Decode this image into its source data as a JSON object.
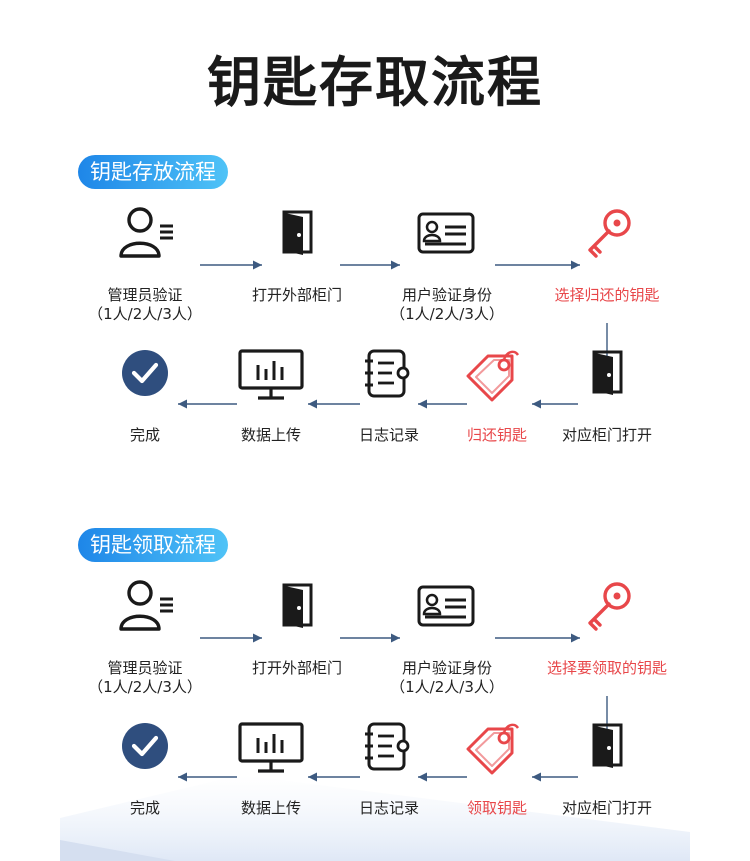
{
  "page_title": "钥匙存取流程",
  "sections": [
    {
      "heading": "钥匙存放流程",
      "steps": [
        {
          "label": "管理员验证",
          "sub": "（1人/2人/3人）",
          "icon": "admin-user-icon",
          "red": false
        },
        {
          "label": "打开外部柜门",
          "sub": "",
          "icon": "door-icon",
          "red": false
        },
        {
          "label": "用户验证身份",
          "sub": "（1人/2人/3人）",
          "icon": "id-card-icon",
          "red": false
        },
        {
          "label": "选择归还的钥匙",
          "sub": "",
          "icon": "key-icon",
          "red": true
        },
        {
          "label": "对应柜门打开",
          "sub": "",
          "icon": "door-icon",
          "red": false
        },
        {
          "label": "归还钥匙",
          "sub": "",
          "icon": "key-tag-icon",
          "red": true
        },
        {
          "label": "日志记录",
          "sub": "",
          "icon": "notebook-icon",
          "red": false
        },
        {
          "label": "数据上传",
          "sub": "",
          "icon": "monitor-chart-icon",
          "red": false
        },
        {
          "label": "完成",
          "sub": "",
          "icon": "check-circle-icon",
          "red": false
        }
      ]
    },
    {
      "heading": "钥匙领取流程",
      "steps": [
        {
          "label": "管理员验证",
          "sub": "（1人/2人/3人）",
          "icon": "admin-user-icon",
          "red": false
        },
        {
          "label": "打开外部柜门",
          "sub": "",
          "icon": "door-icon",
          "red": false
        },
        {
          "label": "用户验证身份",
          "sub": "（1人/2人/3人）",
          "icon": "id-card-icon",
          "red": false
        },
        {
          "label": "选择要领取的钥匙",
          "sub": "",
          "icon": "key-icon",
          "red": true
        },
        {
          "label": "对应柜门打开",
          "sub": "",
          "icon": "door-icon",
          "red": false
        },
        {
          "label": "领取钥匙",
          "sub": "",
          "icon": "key-tag-icon",
          "red": true
        },
        {
          "label": "日志记录",
          "sub": "",
          "icon": "notebook-icon",
          "red": false
        },
        {
          "label": "数据上传",
          "sub": "",
          "icon": "monitor-chart-icon",
          "red": false
        },
        {
          "label": "完成",
          "sub": "",
          "icon": "check-circle-icon",
          "red": false
        }
      ]
    }
  ],
  "colors": {
    "accent_red": "#e8474a",
    "icon_dark": "#1a1a1a",
    "arrow": "#3d5a80",
    "check_blue": "#2f4e7e",
    "pill_from": "#1e86e8",
    "pill_to": "#4fc3f7"
  }
}
